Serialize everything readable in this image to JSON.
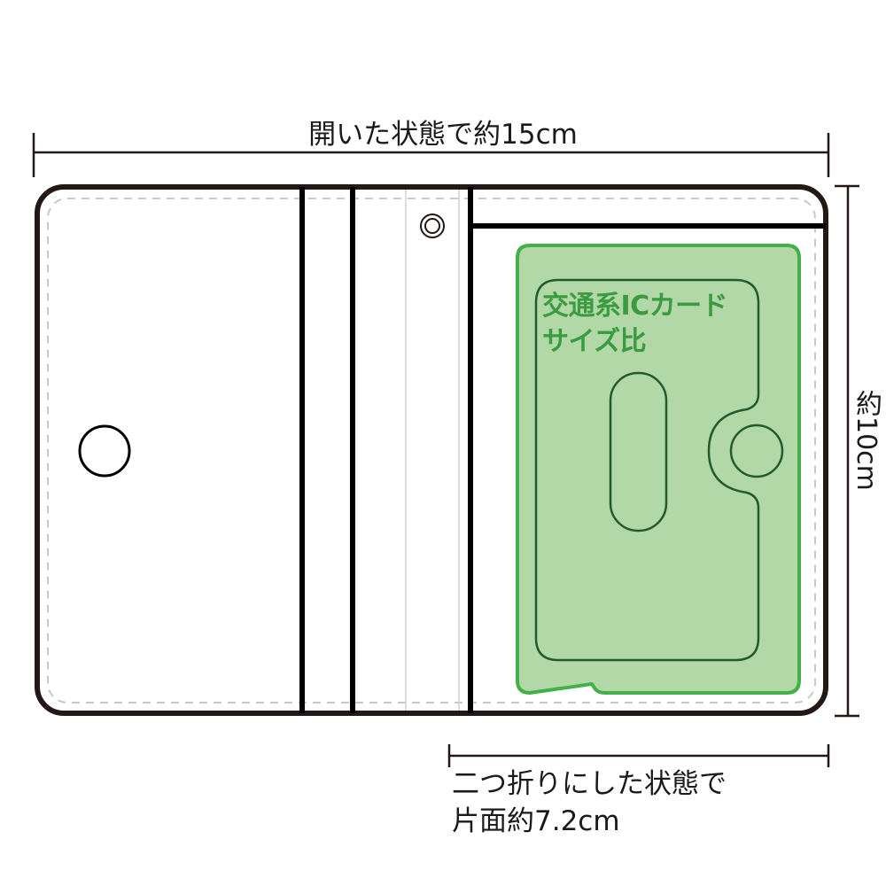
{
  "dimensions": {
    "open_width_label": "開いた状態で約15cm",
    "height_label": "約10cm",
    "folded_label_line1": "二つ折りにした状態で",
    "folded_label_line2": "片面約7.2cm"
  },
  "card": {
    "label_line1": "交通系ICカード",
    "label_line2": "サイズ比"
  },
  "colors": {
    "outline": "#231815",
    "card_fill": "#b1d8a6",
    "card_border": "#45b04a",
    "card_inner_line": "#235a2f",
    "card_text": "#3a9b40",
    "stitch": "#c8c8c8"
  }
}
